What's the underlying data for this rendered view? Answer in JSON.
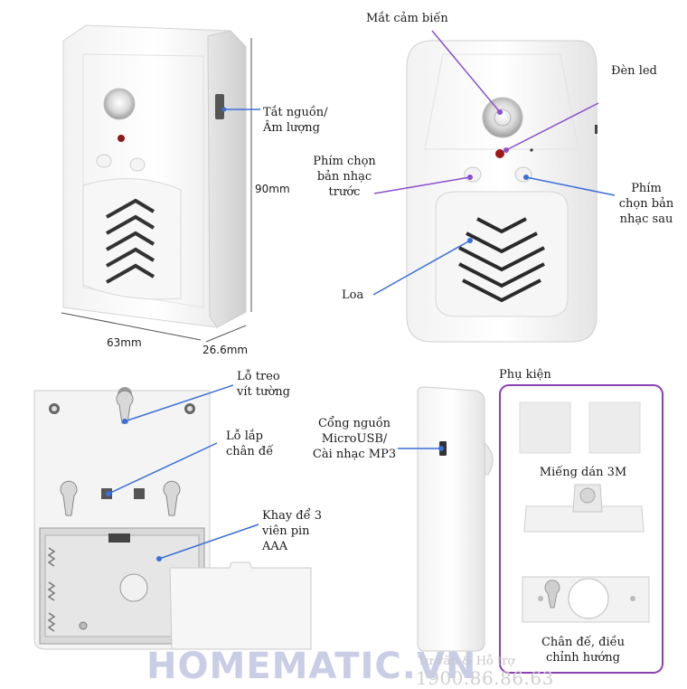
{
  "labels": {
    "power_volume": "Tắt nguồn/\nÂm lượng",
    "dimension_height": "90mm",
    "dimension_width": "63mm",
    "dimension_depth": "26.6mm",
    "sensor_eye": "Mắt cảm biến",
    "led": "Đèn led",
    "prev_button": "Phím chọn\nbản nhạc\ntrước",
    "next_button": "Phím\nchọn bản\nnhạc sau",
    "speaker": "Loa",
    "mount_hole": "Lỗ treo\nvít tường",
    "base_hole": "Lỗ lắp\nchân đế",
    "battery_tray": "Khay để 3\nviên pin\nAAA",
    "usb_port": "Cổng nguồn\nMicroUSB/\nCài nhạc MP3",
    "accessories_title": "Phụ kiện",
    "adhesive_3m": "Miếng dán 3M",
    "base_stand": "Chân đế, điều\nchỉnh hướng"
  },
  "branding": {
    "logo": "HOMEMATIC.VN",
    "hotline_label": "Tư vấn & Hỗ trợ",
    "hotline_number": "1900.86.86.63"
  },
  "colors": {
    "pointer_blue": "#3a6fd8",
    "pointer_purple": "#8a4fd0",
    "accessory_border": "#8a3fb3"
  }
}
